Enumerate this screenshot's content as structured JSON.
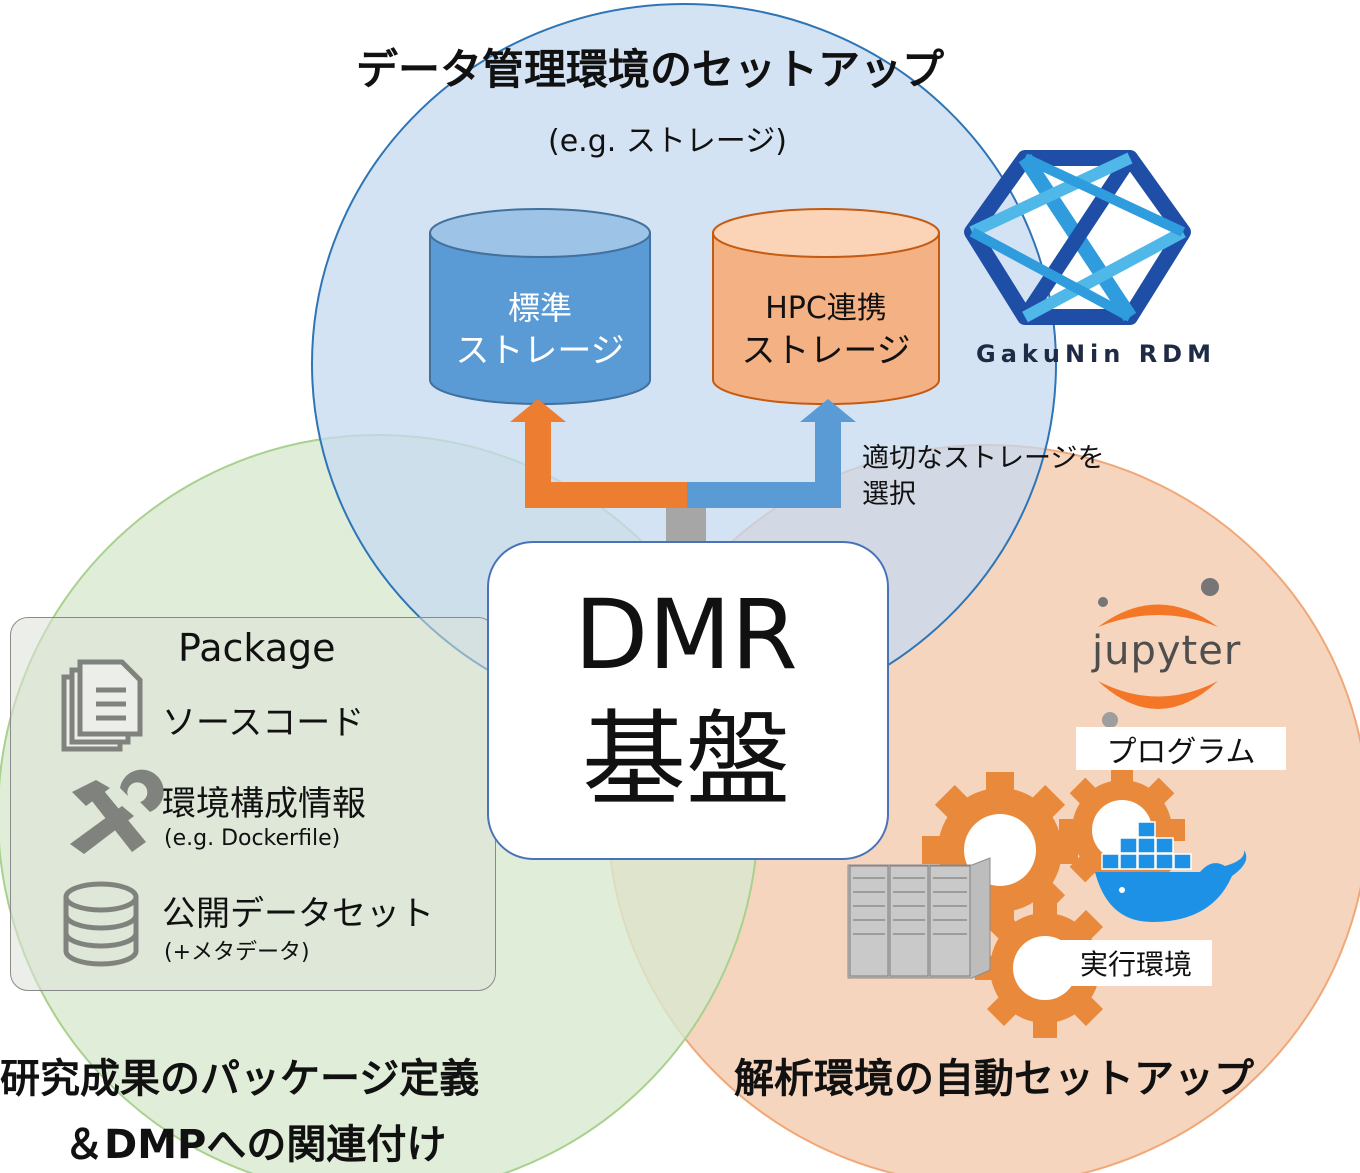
{
  "top": {
    "title": "データ管理環境のセットアップ",
    "subtitle": "(e.g. ストレージ)"
  },
  "storage": {
    "standard_line1": "標準",
    "standard_line2": "ストレージ",
    "hpc_line1": "HPC連携",
    "hpc_line2": "ストレージ",
    "select_line1": "適切なストレージを",
    "select_line2": "選択"
  },
  "gakunin": {
    "label": "GakuNin RDM"
  },
  "center": {
    "line1": "DMR",
    "line2": "基盤"
  },
  "package": {
    "title": "Package",
    "items": [
      {
        "label": "ソースコード",
        "note": "",
        "icon": "document-stack-icon"
      },
      {
        "label": "環境構成情報",
        "note": "(e.g. Dockerfile)",
        "icon": "tools-icon"
      },
      {
        "label": "公開データセット",
        "note": "(+メタデータ)",
        "icon": "database-icon"
      }
    ]
  },
  "bottom_left": {
    "line1": "研究成果のパッケージ定義",
    "line2": "＆DMPへの関連付け"
  },
  "right": {
    "jupyter_label": "jupyter",
    "program_label": "プログラム",
    "exec_label": "実行環境",
    "title": "解析環境の自動セットアップ"
  },
  "colors": {
    "blue_circle": "#d2e2f3",
    "green_circle": "#d8e9cf",
    "orange_circle": "#f6d3bb",
    "standard_storage": "#5b9bd5",
    "hpc_storage": "#f4b183",
    "arrow_orange": "#ed7d31",
    "arrow_blue": "#5b9bd5",
    "gear_orange": "#e8893b",
    "docker_blue": "#1d91e6"
  }
}
